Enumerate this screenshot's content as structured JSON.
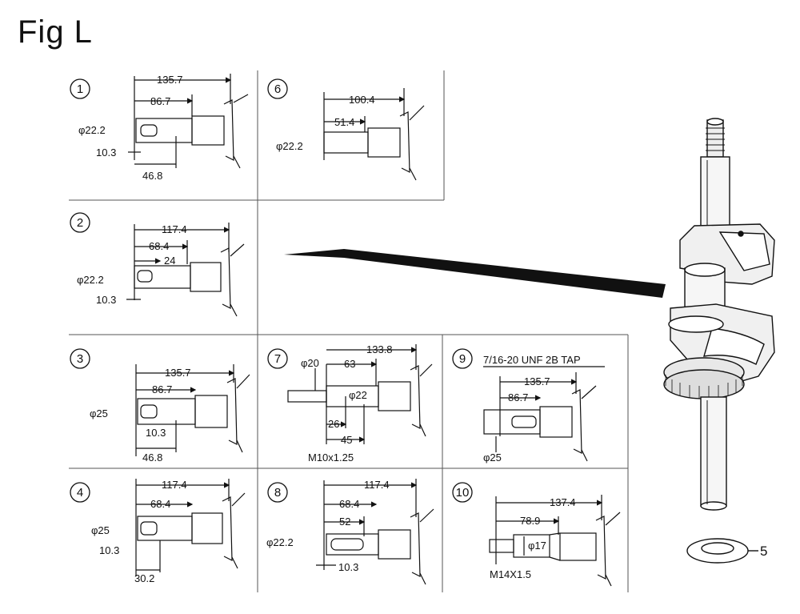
{
  "figure": {
    "title": "Fig L"
  },
  "panels": [
    {
      "id": "1",
      "labels": {
        "a": "135.7",
        "b": "86.7",
        "c": "φ22.2",
        "d": "10.3",
        "e": "46.8"
      }
    },
    {
      "id": "6",
      "labels": {
        "a": "100.4",
        "b": "51.4",
        "c": "φ22.2"
      }
    },
    {
      "id": "2",
      "labels": {
        "a": "117.4",
        "b": "68.4",
        "c": "24",
        "d": "φ22.2",
        "e": "10.3"
      }
    },
    {
      "id": "3",
      "labels": {
        "a": "135.7",
        "b": "86.7",
        "c": "φ25",
        "d": "10.3",
        "e": "46.8"
      }
    },
    {
      "id": "7",
      "labels": {
        "a": "133.8",
        "b": "63",
        "c": "φ20",
        "d": "φ22",
        "e": "26",
        "f": "45",
        "g": "M10x1.25"
      }
    },
    {
      "id": "9",
      "labels": {
        "a": "7/16-20 UNF 2B TAP",
        "b": "135.7",
        "c": "86.7",
        "d": "φ25"
      }
    },
    {
      "id": "4",
      "labels": {
        "a": "117.4",
        "b": "68.4",
        "c": "φ25",
        "d": "10.3",
        "e": "30.2"
      }
    },
    {
      "id": "8",
      "labels": {
        "a": "117.4",
        "b": "68.4",
        "c": "52",
        "d": "φ22.2",
        "e": "10.3"
      }
    },
    {
      "id": "10",
      "labels": {
        "a": "137.4",
        "b": "78.9",
        "c": "φ17",
        "d": "M14X1.5"
      }
    }
  ],
  "callouts": [
    {
      "id": "5"
    }
  ]
}
